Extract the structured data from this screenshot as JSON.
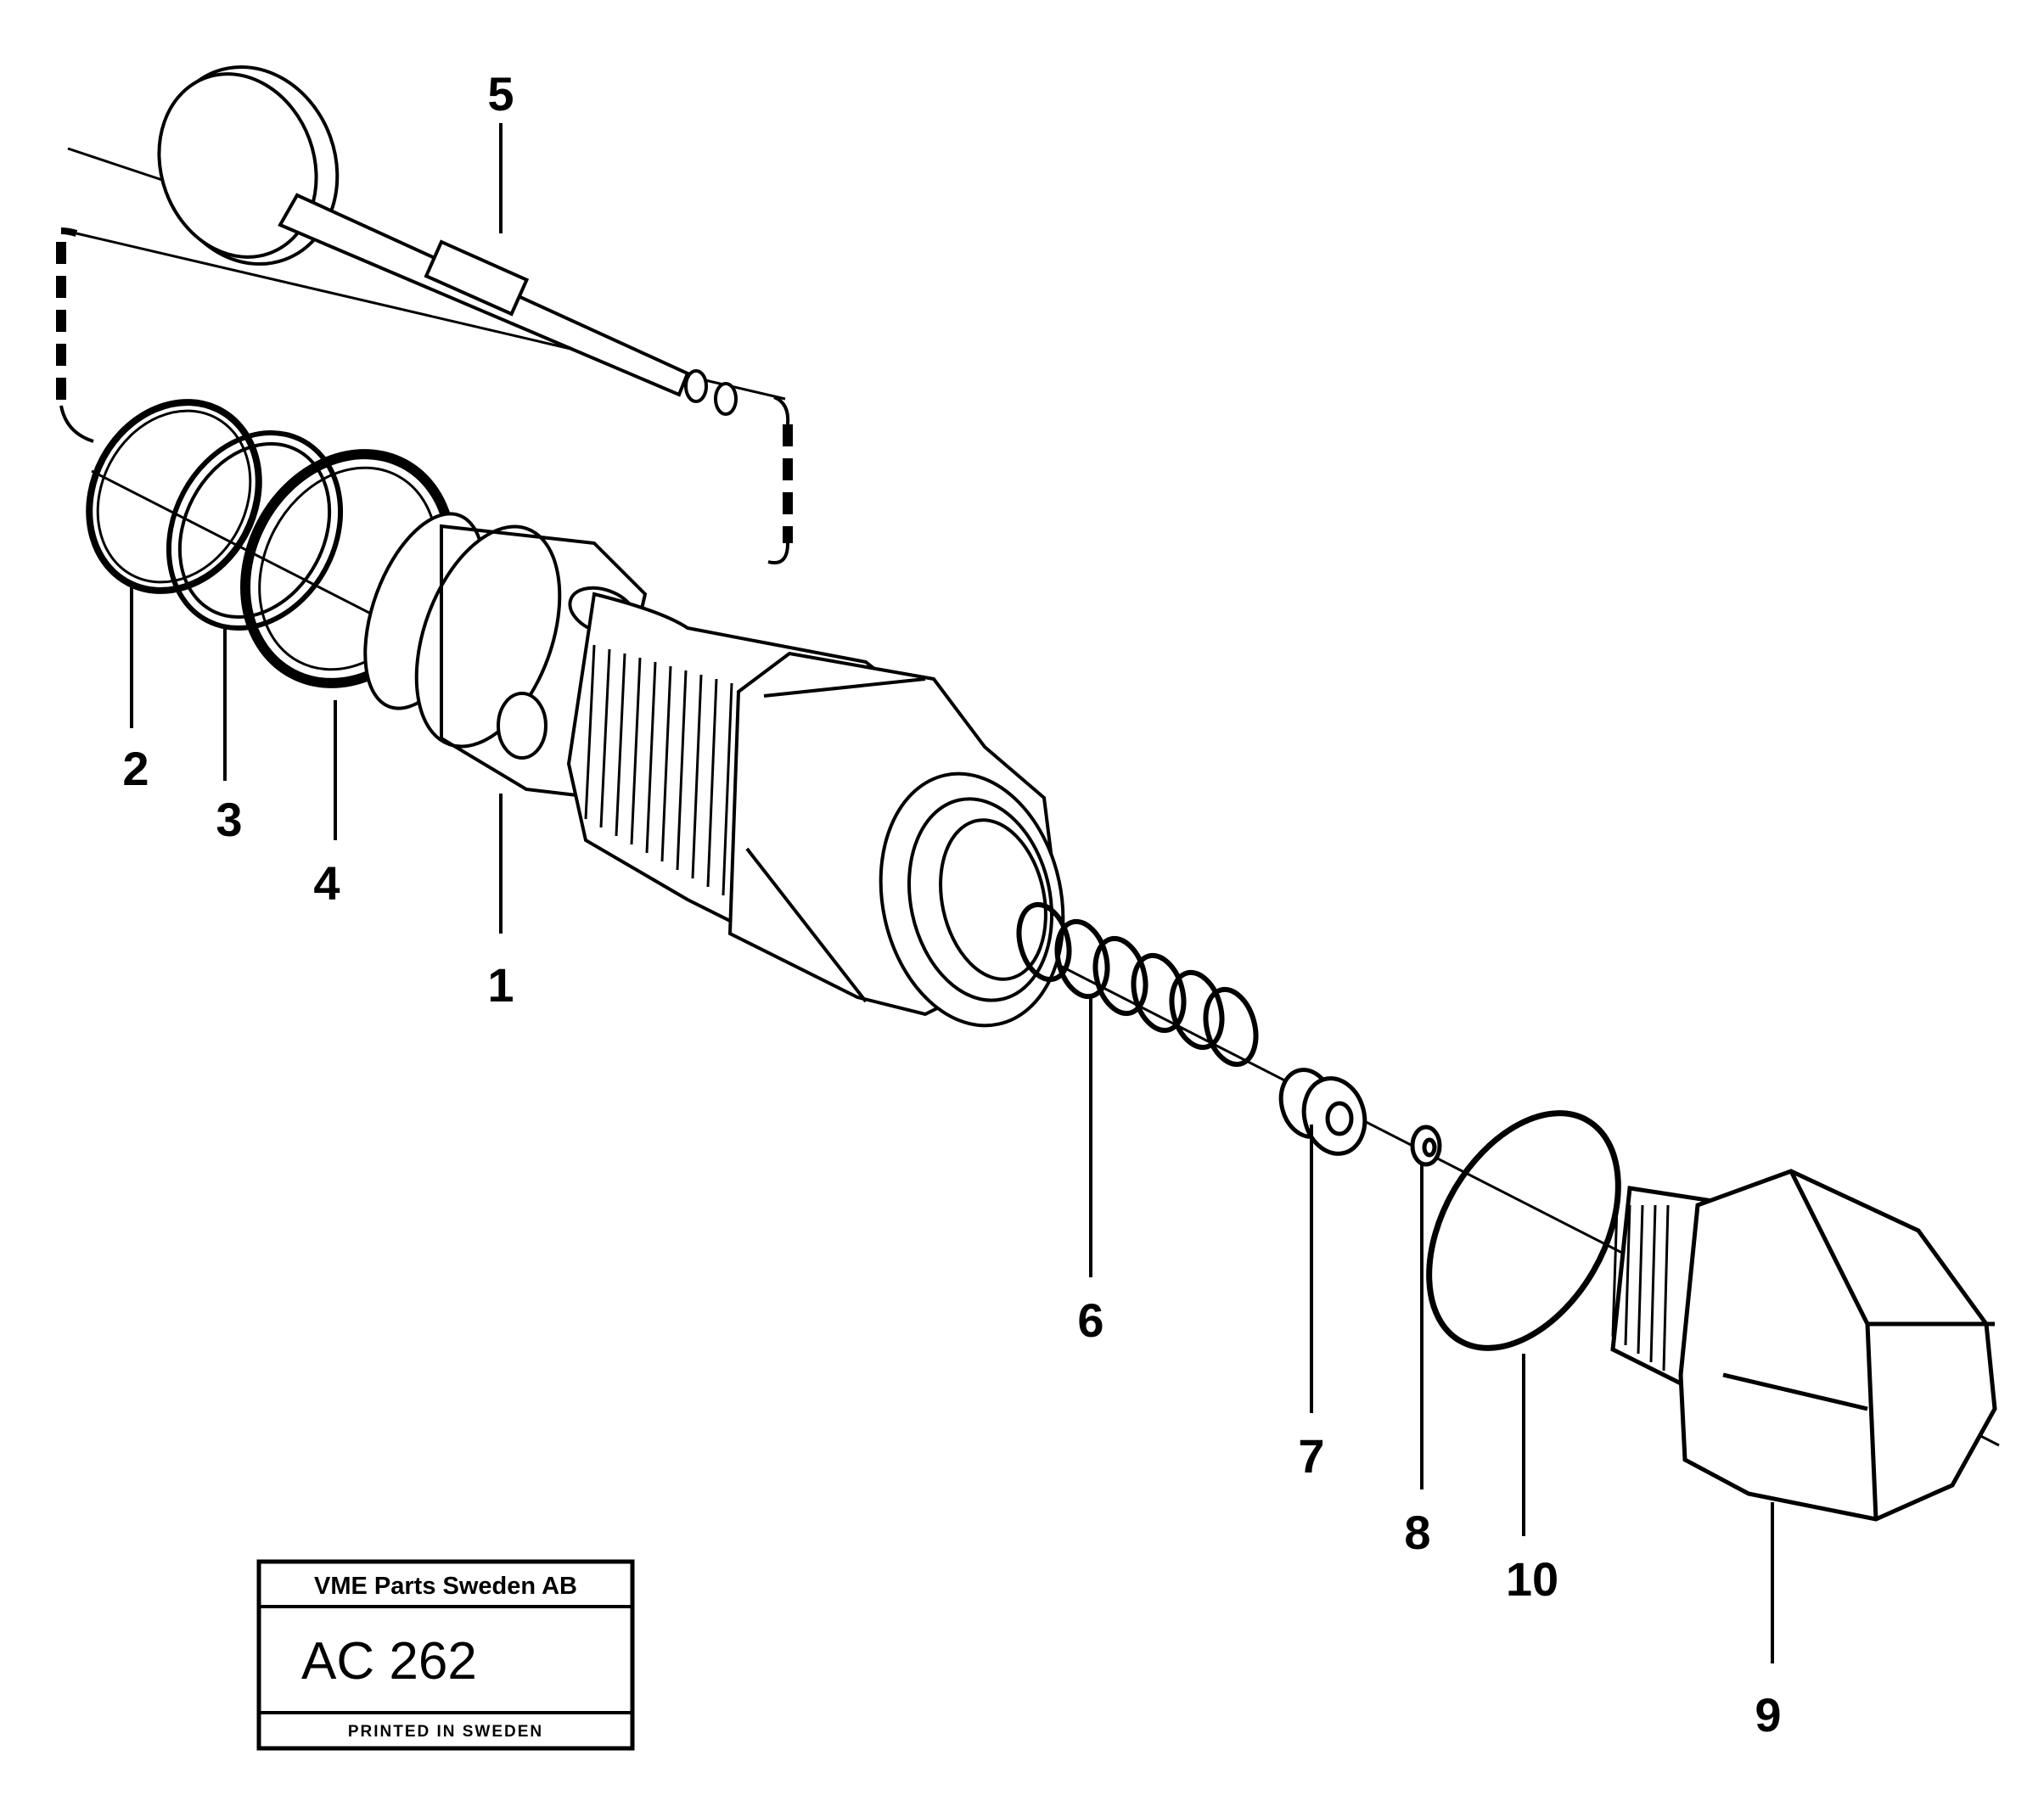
{
  "diagram": {
    "callouts": [
      {
        "id": "c1",
        "label": "1"
      },
      {
        "id": "c2",
        "label": "2"
      },
      {
        "id": "c3",
        "label": "3"
      },
      {
        "id": "c4",
        "label": "4"
      },
      {
        "id": "c5",
        "label": "5"
      },
      {
        "id": "c6",
        "label": "6"
      },
      {
        "id": "c7",
        "label": "7"
      },
      {
        "id": "c8",
        "label": "8"
      },
      {
        "id": "c9",
        "label": "9"
      },
      {
        "id": "c10",
        "label": "10"
      }
    ]
  },
  "stamp": {
    "company": "VME Parts Sweden AB",
    "code": "AC 262",
    "printed": "PRINTED IN SWEDEN"
  }
}
